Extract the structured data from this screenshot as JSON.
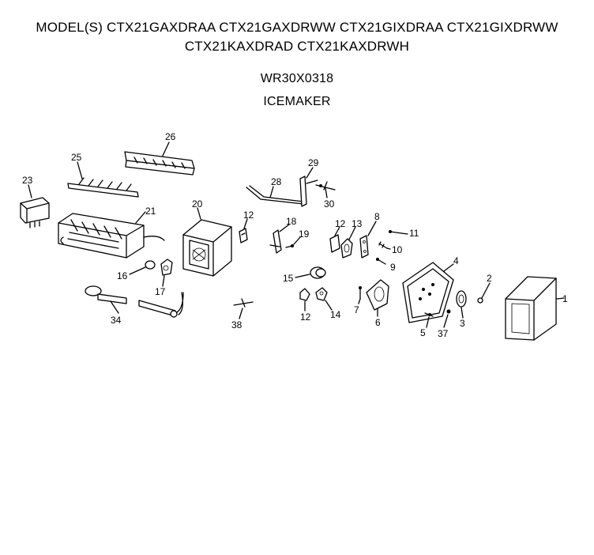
{
  "header": {
    "models_line1": "MODEL(S) CTX21GAXDRAA  CTX21GAXDRWW  CTX21GIXDRAA  CTX21GIXDRWW",
    "models_line2": "CTX21KAXDRAD  CTX21KAXDRWH",
    "part_number": "WR30X0318",
    "title": "ICEMAKER"
  },
  "callouts": {
    "c1": "1",
    "c2": "2",
    "c3": "3",
    "c4": "4",
    "c5": "5",
    "c6": "6",
    "c7": "7",
    "c8": "8",
    "c9": "9",
    "c10": "10",
    "c11": "11",
    "c12a": "12",
    "c12b": "12",
    "c12c": "12",
    "c13": "13",
    "c14": "14",
    "c15": "15",
    "c16": "16",
    "c17": "17",
    "c18": "18",
    "c19": "19",
    "c20": "20",
    "c21": "21",
    "c23": "23",
    "c25": "25",
    "c26": "26",
    "c28": "28",
    "c29": "29",
    "c30": "30",
    "c34": "34",
    "c37": "37",
    "c38": "38"
  }
}
